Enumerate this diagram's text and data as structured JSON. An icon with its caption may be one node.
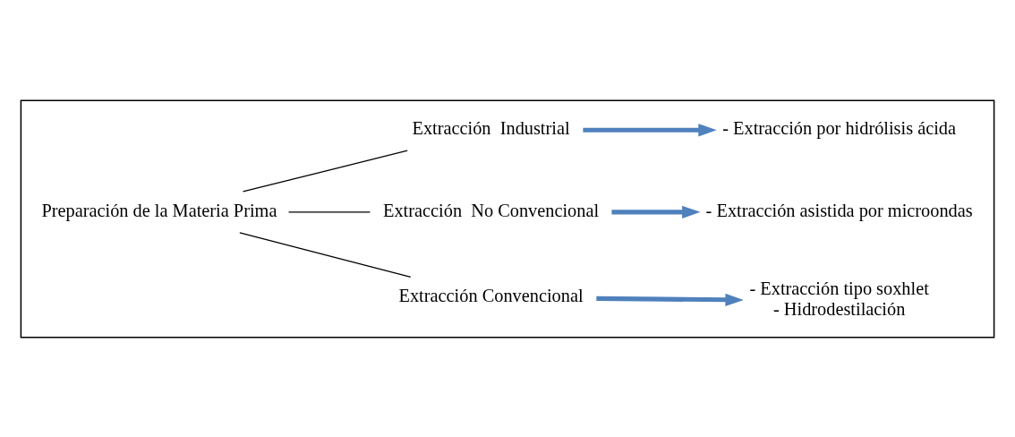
{
  "diagram": {
    "nodes": [
      {
        "text": [],
        "shape": "box"
      },
      {
        "text": [
          "Preparación de la Materia Prima"
        ],
        "in": 0
      },
      {
        "text": [
          "Extracción Convencional"
        ],
        "in": 0
      },
      {
        "text": [
          "- Extracción tipo soxhlet",
          "- Hidrodestilación"
        ],
        "in": 0
      },
      {
        "text": [
          "Extracción  No Convencional"
        ],
        "in": 0
      },
      {
        "text": [
          "- Extracción asistida por microondas"
        ],
        "in": 0
      },
      {
        "text": [
          "Extracción  Industrial"
        ],
        "in": 0
      },
      {
        "text": [
          "- Extracción por hidrólisis ácida"
        ],
        "in": 0
      }
    ],
    "edges": [
      {
        "from": 1,
        "to": 2,
        "arrow": "none"
      },
      {
        "from": 1,
        "to": 4,
        "arrow": "none"
      },
      {
        "from": 1,
        "to": 6,
        "arrow": "none"
      },
      {
        "from": 2,
        "to": 3,
        "arrow": "to",
        "style": "thick",
        "color": "#4f81bd"
      },
      {
        "from": 4,
        "to": 5,
        "arrow": "to",
        "style": "thick",
        "color": "#4f81bd"
      },
      {
        "from": 6,
        "to": 7,
        "arrow": "to",
        "style": "thick",
        "color": "#4f81bd"
      }
    ]
  }
}
